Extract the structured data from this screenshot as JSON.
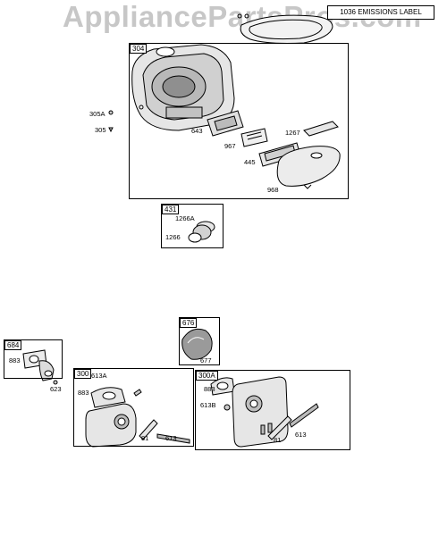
{
  "watermark": "AppliancePartsPros.com",
  "emissions_label": "1036 EMISSIONS LABEL",
  "boxes": {
    "b304": "304",
    "b431": "431",
    "b676": "676",
    "b684": "684",
    "b300": "300",
    "b300a": "300A"
  },
  "parts": {
    "p305a": "305A",
    "p305": "305",
    "p643": "643",
    "p967": "967",
    "p1267": "1267",
    "p445": "445",
    "p968": "968",
    "p1266a": "1266A",
    "p1266": "1266",
    "p677": "677",
    "p883_684": "883",
    "p623": "623",
    "p613a": "613A",
    "p883_300": "883",
    "p81_300": "81",
    "p613_300": "613",
    "p883_300a": "883",
    "p613b": "613B",
    "p81_300a": "81",
    "p613_300a": "613"
  },
  "colors": {
    "line": "#000000",
    "watermark": "#c7c7c7",
    "part_fill": "#e6e6e6",
    "part_dark": "#9a9a9a"
  }
}
